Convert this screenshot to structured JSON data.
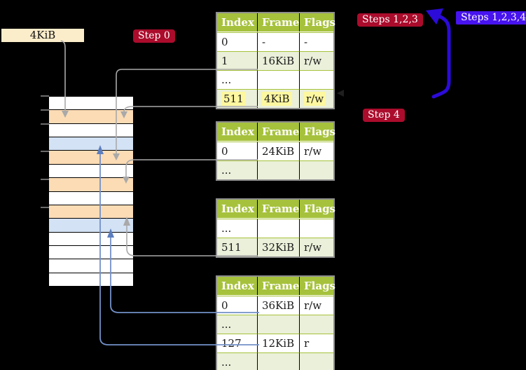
{
  "labels": {
    "page_size_label": "4KiB",
    "step0": "Step 0",
    "steps123": "Steps 1,2,3",
    "steps1234": "Steps 1,2,3,4",
    "step4": "Step 4"
  },
  "page_tables": [
    {
      "headers": [
        "Index",
        "Frame",
        "Flags"
      ],
      "rows": [
        [
          "0",
          "-",
          "-"
        ],
        [
          "1",
          "16KiB",
          "r/w"
        ],
        [
          "...",
          "",
          ""
        ],
        [
          "511",
          "4KiB",
          "r/w"
        ]
      ],
      "highlighted_row": "511 | 4KiB | r/w"
    },
    {
      "headers": [
        "Index",
        "Frame",
        "Flags"
      ],
      "rows": [
        [
          "0",
          "24KiB",
          "r/w"
        ],
        [
          "...",
          "",
          ""
        ]
      ]
    },
    {
      "headers": [
        "Index",
        "Frame",
        "Flags"
      ],
      "rows": [
        [
          "...",
          "",
          ""
        ],
        [
          "511",
          "32KiB",
          "r/w"
        ]
      ]
    },
    {
      "headers": [
        "Index",
        "Frame",
        "Flags"
      ],
      "rows": [
        [
          "0",
          "36KiB",
          "r/w"
        ],
        [
          "...",
          "",
          ""
        ],
        [
          "127",
          "12KiB",
          "r"
        ],
        [
          "...",
          "",
          ""
        ]
      ]
    }
  ],
  "memory": {
    "rows": [
      "free",
      "pagetable",
      "free",
      "mapped",
      "pagetable",
      "free",
      "pagetable",
      "free",
      "pagetable",
      "mapped",
      "free",
      "free",
      "free",
      "free"
    ]
  },
  "colors": {
    "background": "#000000",
    "table_header_green": "#a6c23c",
    "table_row_light_green": "#eaf0d9",
    "highlight_yellow": "#fdf7a0",
    "memory_pagetable_orange": "#fbdcb5",
    "memory_mapped_blue": "#d3e2f4",
    "page_size_label_cream": "#fcedca",
    "badge_red": "#ab0c2c",
    "badge_blue_violet": "#4713ee",
    "thick_arrow_blue": "#2c0bd9",
    "thin_arrow_blue": "#7391c8",
    "arrow_gray": "#a9a9a9"
  }
}
